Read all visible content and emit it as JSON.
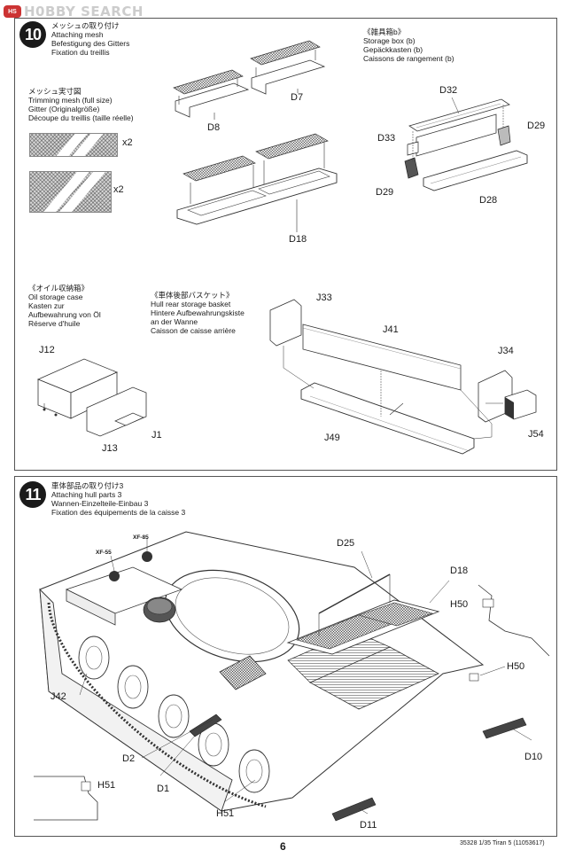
{
  "watermark": {
    "badge": "HS",
    "text": "H0BBY SEARCH"
  },
  "step10": {
    "number": "10",
    "title": [
      "メッシュの取り付け",
      "Attaching mesh",
      "Befestigung des Gitters",
      "Fixation du treillis"
    ],
    "trim": {
      "title": [
        "メッシュ実寸図",
        "Trimming mesh (full size)",
        "Gitter (Originalgröße)",
        "Découpe du treillis (taille réelle)"
      ],
      "qty1": "x2",
      "qty2": "x2"
    },
    "storage_box": {
      "title": [
        "《雑具箱b》",
        "Storage box (b)",
        "Gepäckkasten (b)",
        "Caissons de rangement (b)"
      ],
      "parts": [
        "D32",
        "D33",
        "D29",
        "D29",
        "D28"
      ]
    },
    "mesh_parts": [
      "D8",
      "D7",
      "D18"
    ],
    "oil_case": {
      "title": [
        "《オイル収納箱》",
        "Oil storage case",
        "Kasten zur",
        "Aufbewahrung von Öl",
        "Réserve d'huile"
      ],
      "parts": [
        "J12",
        "J13",
        "J1"
      ]
    },
    "basket": {
      "title": [
        "《車体後部バスケット》",
        "Hull rear storage basket",
        "Hintere Aufbewahrungskiste",
        "an der Wanne",
        "Caisson de caisse arrière"
      ],
      "parts": [
        "J33",
        "J41",
        "J34",
        "J49",
        "J54"
      ]
    }
  },
  "step11": {
    "number": "11",
    "title": [
      "車体部品の取り付け3",
      "Attaching hull parts 3",
      "Wannen-Einzelteile-Einbau 3",
      "Fixation des équipements de la caisse 3"
    ],
    "paints": [
      "XF-85",
      "XF-55"
    ],
    "parts": [
      "D25",
      "D18",
      "H50",
      "H50",
      "J42",
      "D2",
      "D1",
      "H51",
      "H51",
      "D11",
      "D10"
    ]
  },
  "footer": {
    "page": "6",
    "code": "35328  1/35 Tiran 5 (11053617)"
  }
}
